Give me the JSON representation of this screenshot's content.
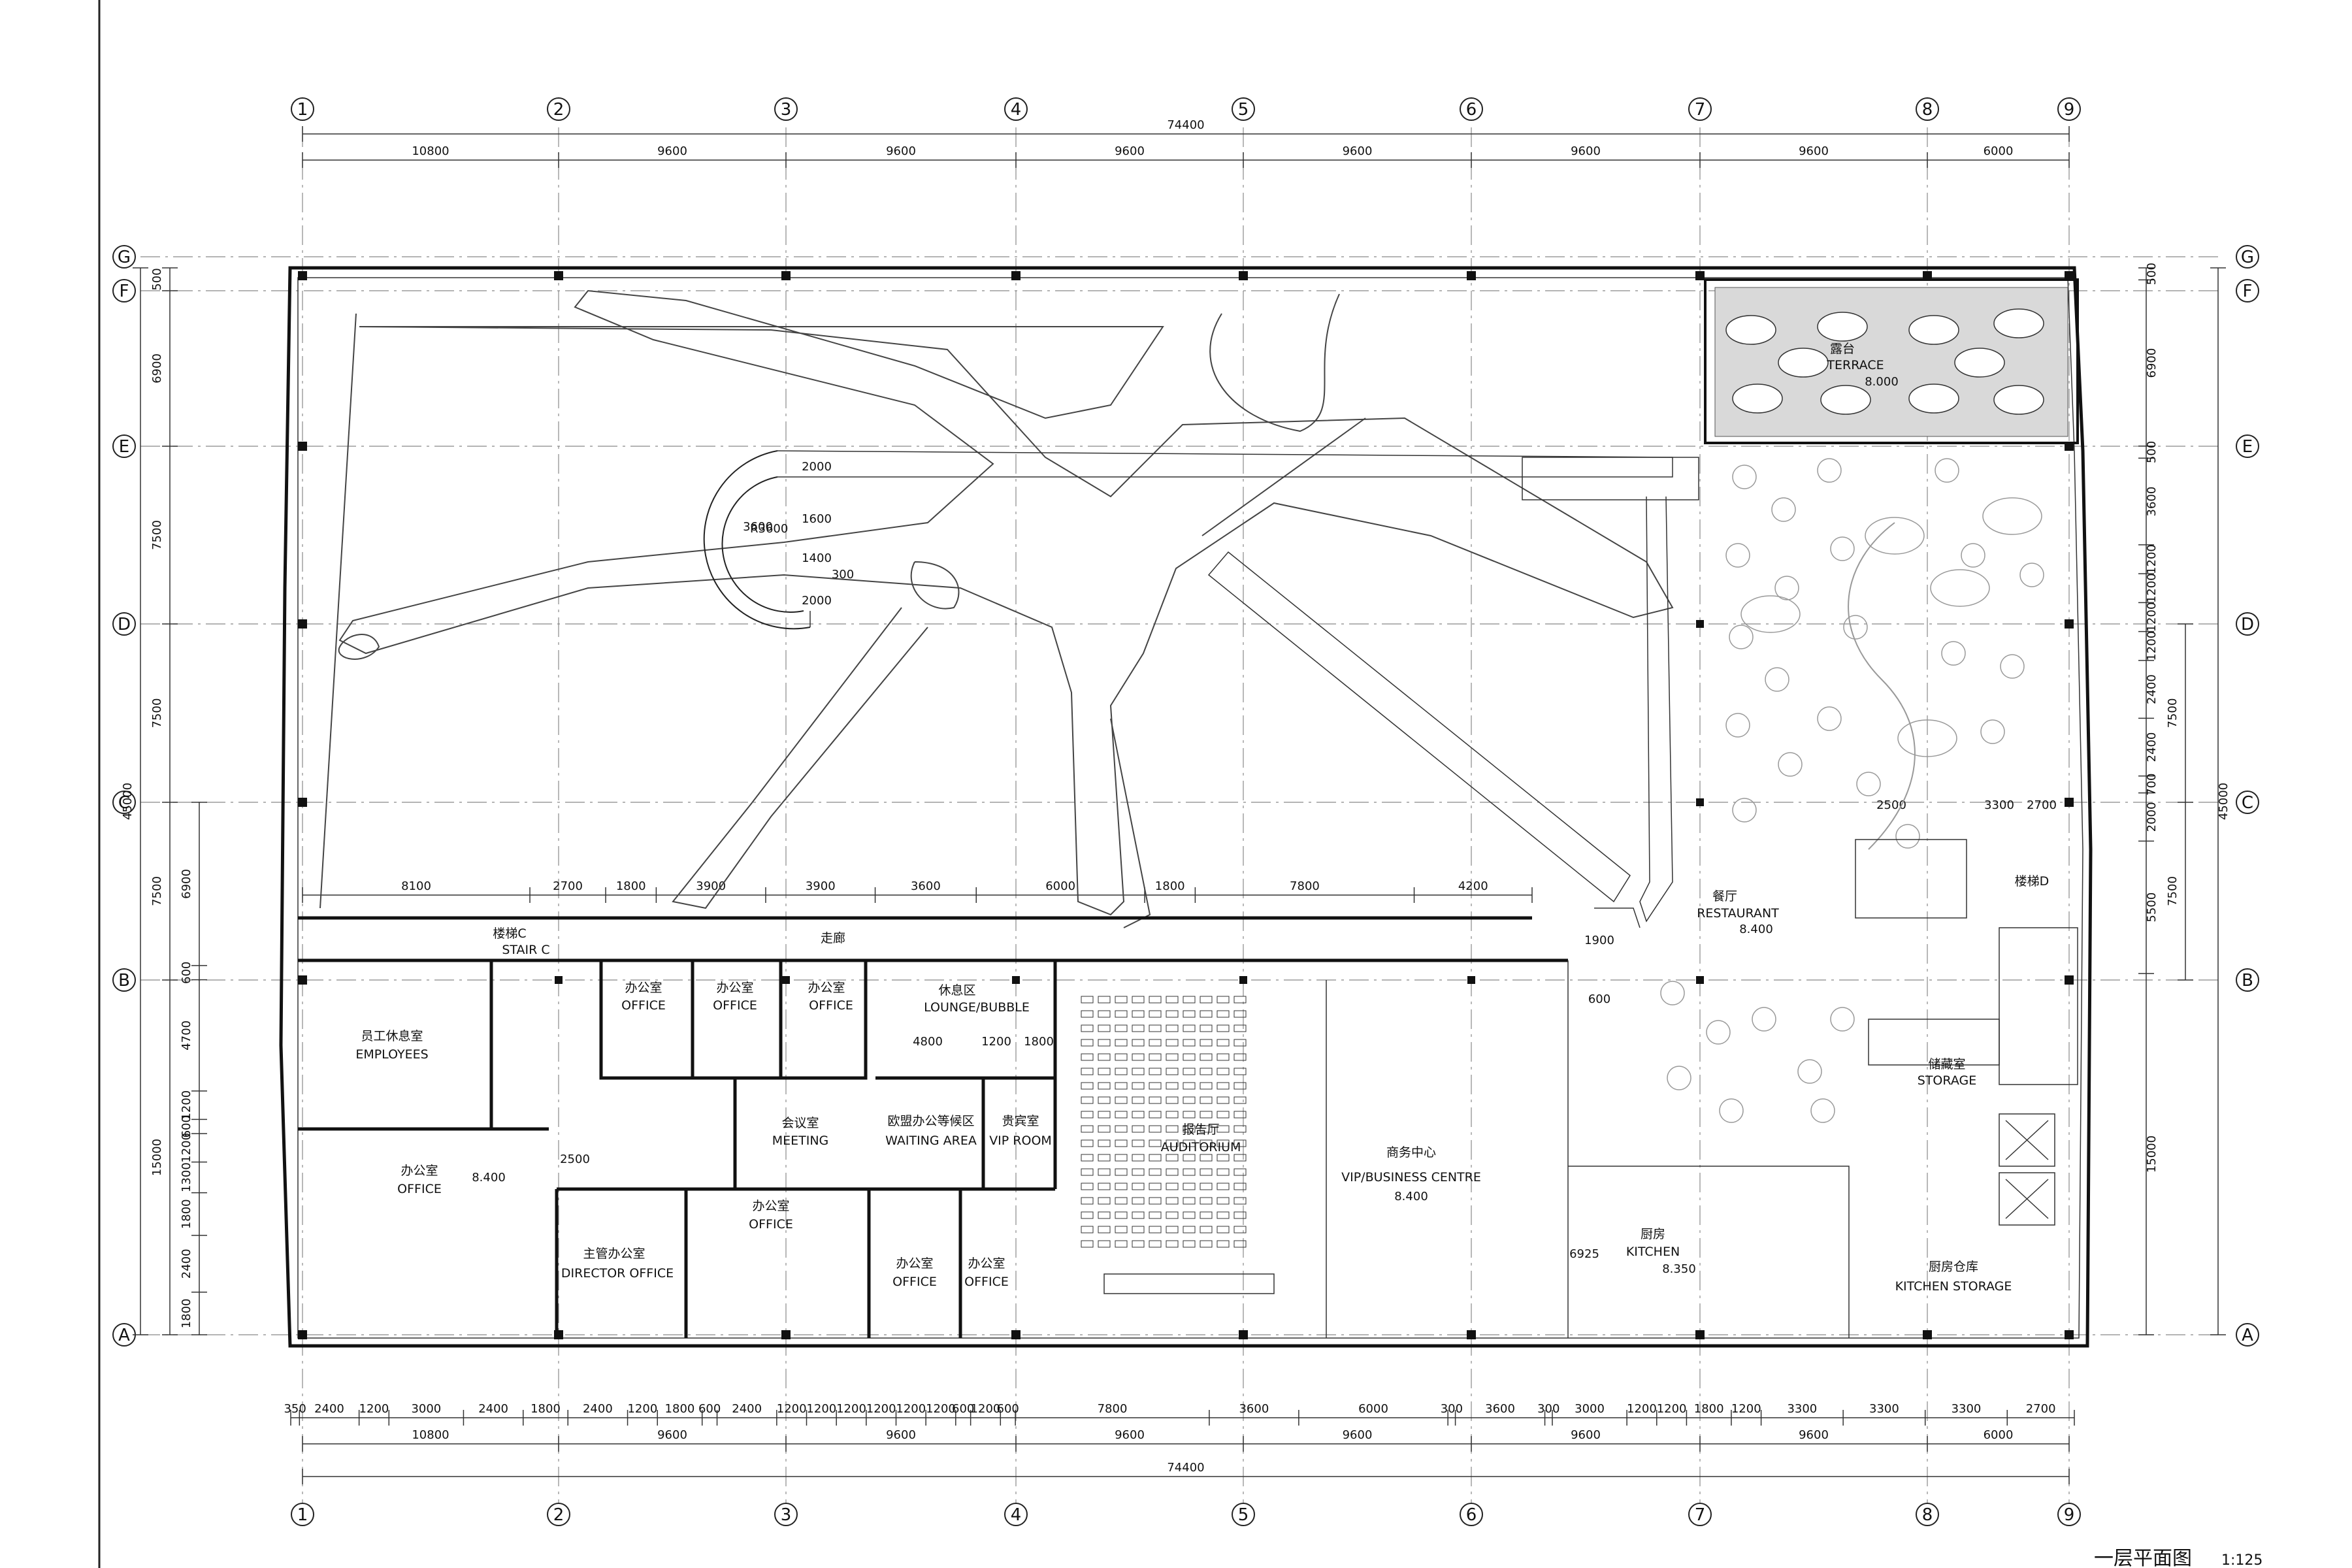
{
  "drawing": {
    "title": "一层平面图",
    "scale": "1:125"
  },
  "axes": {
    "columns": [
      "1",
      "2",
      "3",
      "4",
      "5",
      "6",
      "7",
      "8",
      "9"
    ],
    "rows": [
      "G",
      "F",
      "E",
      "D",
      "C",
      "B",
      "A"
    ]
  },
  "dimensions": {
    "top_total": "74400",
    "top_spans": [
      "10800",
      "9600",
      "9600",
      "9600",
      "9600",
      "9600",
      "9600",
      "6000"
    ],
    "bottom_total": "74400",
    "bottom_spans": [
      "10800",
      "9600",
      "9600",
      "9600",
      "9600",
      "9600",
      "9600",
      "6000"
    ],
    "bottom_detail": [
      "350",
      "2400",
      "1200",
      "3000",
      "2400",
      "1800",
      "2400",
      "1200",
      "1800",
      "600",
      "2400",
      "1200",
      "1200",
      "1200",
      "1200",
      "1200",
      "1200",
      "600",
      "1200",
      "600",
      "7800",
      "3600",
      "6000",
      "300",
      "3600",
      "300",
      "3000",
      "1200",
      "1200",
      "1800",
      "1200",
      "3300",
      "3300",
      "3300",
      "2700"
    ],
    "left_total": "45000",
    "left_spans": [
      "500",
      "6900",
      "7500",
      "7500",
      "7500",
      "15000"
    ],
    "left_detail": [
      "6900",
      "600",
      "4700",
      "1200",
      "600",
      "1200",
      "1300",
      "1800",
      "2400",
      "1800"
    ],
    "right_total": "45000",
    "right_spans": [
      "500",
      "6900",
      "500",
      "3600",
      "1200",
      "1200",
      "1200",
      "1200",
      "2400",
      "2400",
      "700",
      "2000",
      "5500",
      "15000"
    ],
    "right_major": [
      "7500",
      "7500",
      "7500"
    ],
    "corridor_spans": [
      "8100",
      "2700",
      "1800",
      "3900",
      "3900",
      "3600",
      "6000",
      "1800",
      "7800",
      "4200"
    ],
    "misc": [
      "2000",
      "1600",
      "1400",
      "2000",
      "3600",
      "300",
      "4800",
      "1200",
      "1800",
      "2500",
      "1900",
      "600",
      "6925",
      "2500",
      "3300",
      "2700"
    ]
  },
  "rooms": {
    "terrace": {
      "cn": "露台",
      "en": "TERRACE",
      "level": "8.000"
    },
    "restaurant": {
      "cn": "餐厅",
      "en": "RESTAURANT",
      "level": "8.400"
    },
    "stair_c": {
      "cn": "楼梯C",
      "en": "STAIR C"
    },
    "stair_d": {
      "cn": "楼梯D"
    },
    "corridor": {
      "cn": "走廊"
    },
    "office1": {
      "cn": "办公室",
      "en": "OFFICE"
    },
    "office2": {
      "cn": "办公室",
      "en": "OFFICE"
    },
    "office3": {
      "cn": "办公室",
      "en": "OFFICE"
    },
    "lounge": {
      "cn": "休息区",
      "en": "LOUNGE/BUBBLE"
    },
    "employees": {
      "cn": "员工休息室",
      "en": "EMPLOYEES"
    },
    "meeting": {
      "cn": "会议室",
      "en": "MEETING"
    },
    "waiting": {
      "cn": "欧盟办公等候区",
      "en": "WAITING AREA"
    },
    "vip": {
      "cn": "贵宾室",
      "en": "VIP ROOM"
    },
    "auditorium": {
      "cn": "报告厅",
      "en": "AUDITORIUM"
    },
    "business": {
      "cn": "商务中心",
      "en": "VIP/BUSINESS CENTRE",
      "level": "8.400"
    },
    "office_left": {
      "cn": "办公室",
      "en": "OFFICE",
      "level": "8.400"
    },
    "director": {
      "cn": "主管办公室",
      "en": "DIRECTOR OFFICE"
    },
    "office_mid": {
      "cn": "办公室",
      "en": "OFFICE"
    },
    "office_s1": {
      "cn": "办公室",
      "en": "OFFICE"
    },
    "office_s2": {
      "cn": "办公室",
      "en": "OFFICE"
    },
    "storage": {
      "cn": "储藏室",
      "en": "STORAGE"
    },
    "kitchen": {
      "cn": "厨房",
      "en": "KITCHEN",
      "level": "8.350"
    },
    "kitchen_storage": {
      "cn": "厨房仓库",
      "en": "KITCHEN STORAGE"
    }
  },
  "annotations": {
    "stair_radius": "R3600"
  }
}
